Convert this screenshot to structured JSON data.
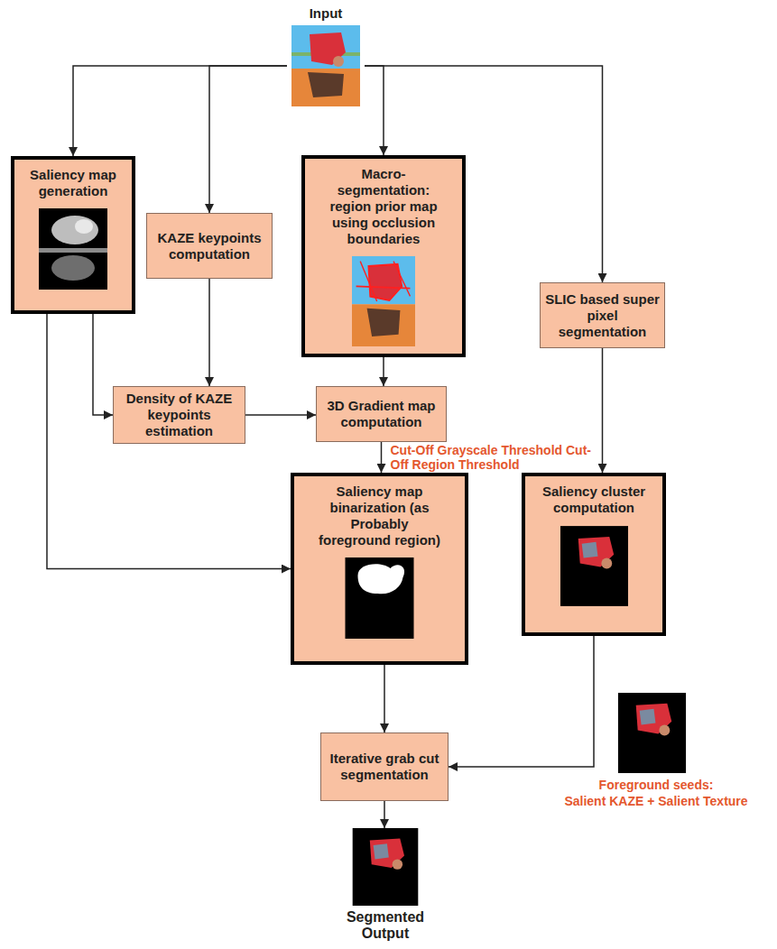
{
  "diagram": {
    "nodes": [
      {
        "text": [
          "Input"
        ]
      },
      {
        "text": [
          "Saliency map generation"
        ]
      },
      {
        "text": [
          "KAZE keypoints computation"
        ]
      },
      {
        "text": [
          "Macro-segmentation: region prior map using occlusion boundaries"
        ]
      },
      {
        "text": [
          "SLIC based super pixel segmentation"
        ]
      },
      {
        "text": [
          "Density of KAZE keypoints estimation"
        ]
      },
      {
        "text": [
          "3D Gradient map computation"
        ]
      },
      {
        "text": [
          "Saliency map binarization (as Probably foreground region)"
        ]
      },
      {
        "text": [
          "Saliency cluster computation"
        ]
      },
      {
        "text": [
          "Iterative grab cut segmentation"
        ]
      },
      {
        "text": [
          "Segmented Output"
        ]
      }
    ],
    "edges": [
      {
        "from": 0,
        "to": 1,
        "arrow": "to"
      },
      {
        "from": 0,
        "to": 2,
        "arrow": "to"
      },
      {
        "from": 0,
        "to": 3,
        "arrow": "to"
      },
      {
        "from": 0,
        "to": 4,
        "arrow": "to"
      },
      {
        "from": 1,
        "to": 5,
        "arrow": "to"
      },
      {
        "from": 1,
        "to": 7,
        "arrow": "to"
      },
      {
        "from": 2,
        "to": 5,
        "arrow": "to"
      },
      {
        "from": 3,
        "to": 6,
        "arrow": "to"
      },
      {
        "from": 5,
        "to": 6,
        "arrow": "to"
      },
      {
        "from": 6,
        "to": 7,
        "label": "Cut-Off Grayscale Threshold Cut-Off Region Threshold",
        "arrow": "to"
      },
      {
        "from": 4,
        "to": 8,
        "arrow": "to"
      },
      {
        "from": 7,
        "to": 9,
        "arrow": "to"
      },
      {
        "from": 8,
        "to": 9,
        "arrow": "to"
      },
      {
        "from": 9,
        "to": 10,
        "arrow": "to"
      }
    ],
    "labels": [
      "Foreground seeds:",
      "Salient KAZE + Salient Texture"
    ]
  }
}
